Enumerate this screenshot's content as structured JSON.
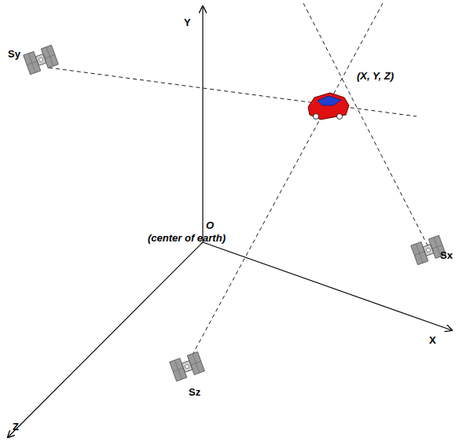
{
  "diagram": {
    "labels": [
      "Y",
      "X",
      "Z",
      "O",
      "(center of earth)",
      "Sy",
      "Sx",
      "Sz",
      "(X, Y, Z)"
    ]
  }
}
